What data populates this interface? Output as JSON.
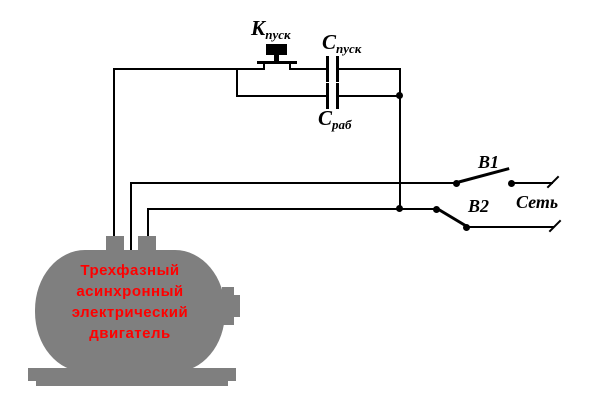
{
  "diagram": {
    "title": "three-phase-motor-in-single-phase-network-schematic",
    "wire_color": "#000000",
    "background": "#ffffff",
    "labels": {
      "start_button": {
        "main": "К",
        "sub": "пуск"
      },
      "start_capacitor": {
        "main": "С",
        "sub": "пуск"
      },
      "run_capacitor": {
        "main": "С",
        "sub": "раб"
      },
      "switch1": "В1",
      "switch2": "В2",
      "network": "Сеть"
    },
    "motor": {
      "body_color": "#7f7f7f",
      "text_color": "#ff0000",
      "lines": [
        "Трехфазный",
        "асинхронный",
        "электрический",
        "двигатель"
      ]
    }
  }
}
